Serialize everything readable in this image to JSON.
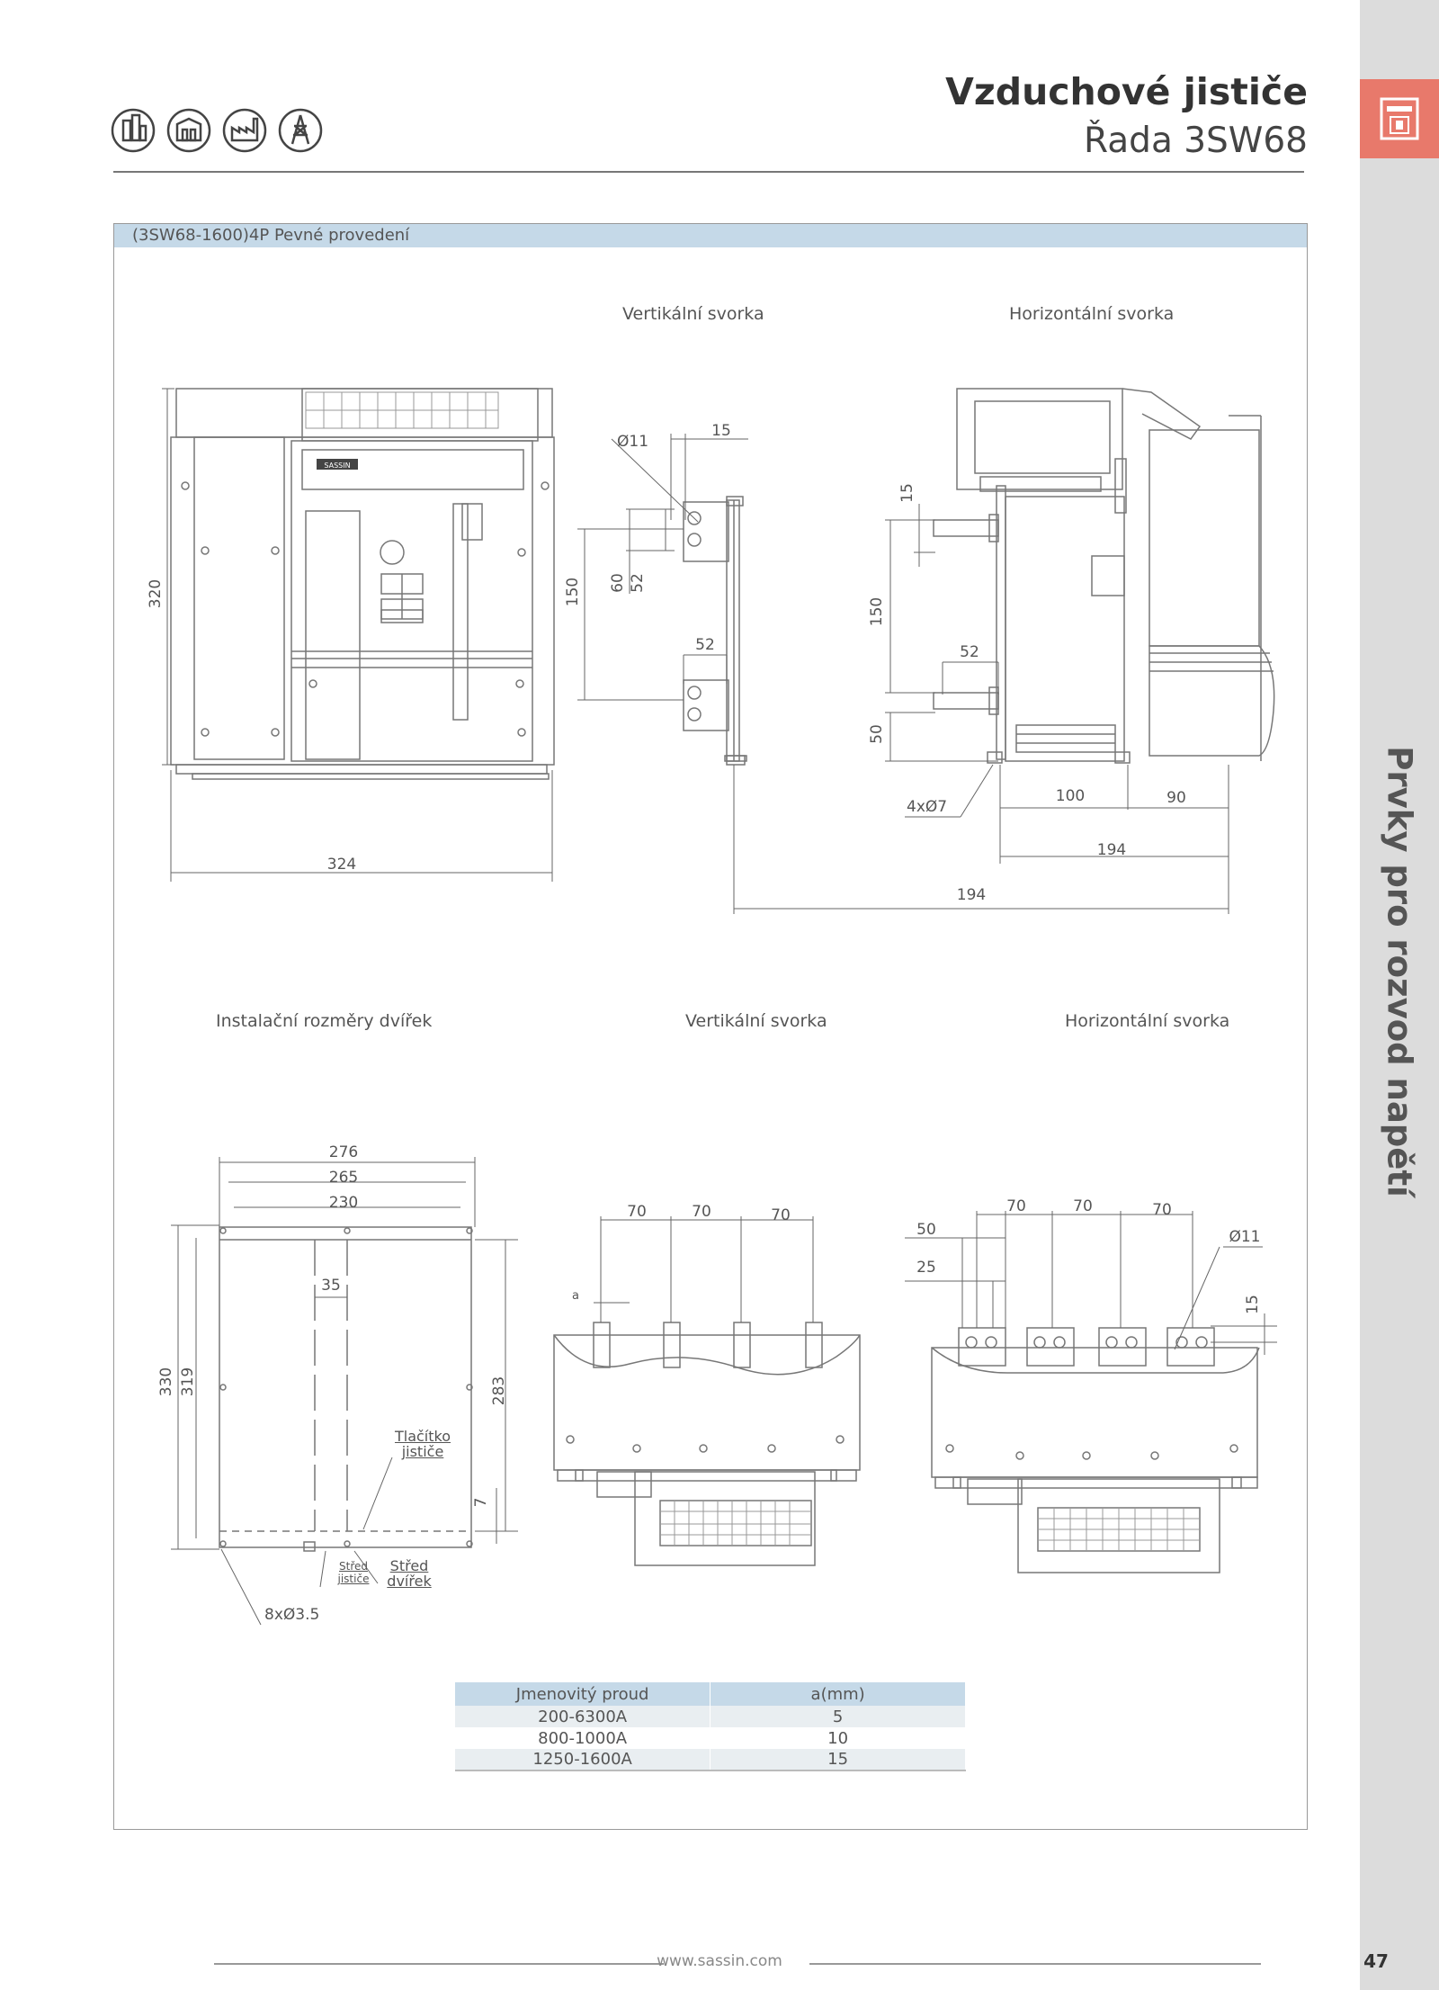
{
  "header": {
    "title": "Vzduchové jističe",
    "subtitle": "Řada 3SW68",
    "icons": [
      "residential-building-icon",
      "commercial-building-icon",
      "factory-icon",
      "infrastructure-tower-icon"
    ]
  },
  "sidebar": {
    "section_title": "Prvky pro rozvod napětí",
    "accent_color": "#e8796b"
  },
  "frame": {
    "title": "(3SW68-1600)4P Pevné provedení"
  },
  "captions": {
    "top_vertical": "Vertikální svorka",
    "top_horizontal": "Horizontální svorka",
    "bottom_install": "Instalační rozměry dvířek",
    "bottom_vertical": "Vertikální svorka",
    "bottom_horizontal": "Horizontální svorka"
  },
  "dimensions": {
    "front_height": "320",
    "front_width": "324",
    "v_hole": "Ø11",
    "v_top": "15",
    "v_150": "150",
    "v_60": "60",
    "v_52a": "52",
    "v_52b": "52",
    "h_15": "15",
    "h_150": "150",
    "h_52": "52",
    "h_50": "50",
    "h_mount": "4xØ7",
    "h_100": "100",
    "h_90": "90",
    "h_194a": "194",
    "h_194b": "194",
    "d_276": "276",
    "d_265": "265",
    "d_230": "230",
    "d_35": "35",
    "d_330": "330",
    "d_319": "319",
    "d_283": "283",
    "d_7": "7",
    "d_button": "Tlačítko jističe",
    "d_center_breaker": "Střed jističe",
    "d_center_door": "Střed dvířek",
    "d_holes": "8xØ3.5",
    "bv_70a": "70",
    "bv_70b": "70",
    "bv_70c": "70",
    "bv_a": "a",
    "bh_70a": "70",
    "bh_70b": "70",
    "bh_70c": "70",
    "bh_50": "50",
    "bh_25": "25",
    "bh_hole": "Ø11",
    "bh_15": "15",
    "brand": "SASSIN"
  },
  "table": {
    "headers": [
      "Jmenovitý proud",
      "a(mm)"
    ],
    "rows": [
      [
        "200-6300A",
        "5"
      ],
      [
        "800-1000A",
        "10"
      ],
      [
        "1250-1600A",
        "15"
      ]
    ]
  },
  "footer": {
    "url": "www.sassin.com",
    "page_number": "47"
  }
}
